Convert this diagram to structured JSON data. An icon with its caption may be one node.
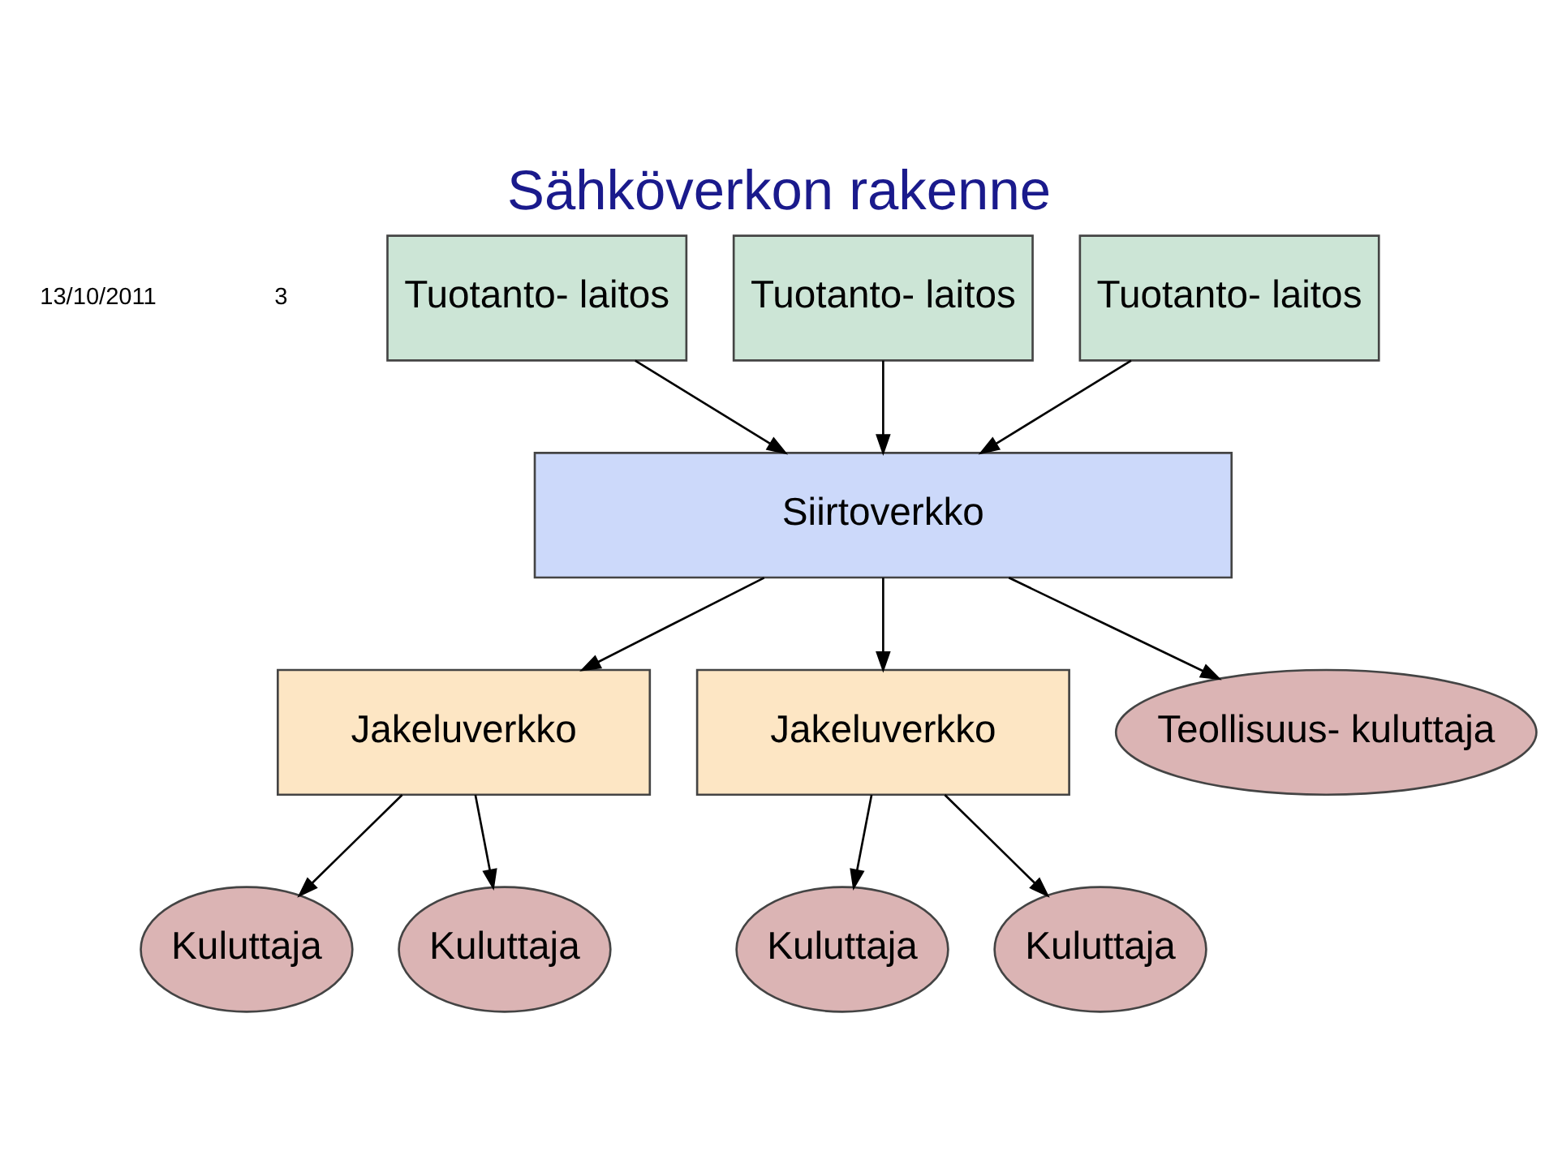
{
  "diagram": {
    "title": "Sähköverkon rakenne",
    "nodes": [
      {
        "text": [
          "Tuotanto- laitos"
        ]
      },
      {
        "text": [
          "Tuotanto- laitos"
        ]
      },
      {
        "text": [
          "Tuotanto- laitos"
        ]
      },
      {
        "text": [
          "Siirtoverkko"
        ]
      },
      {
        "text": [
          "Jakeluverkko"
        ]
      },
      {
        "text": [
          "Jakeluverkko"
        ]
      },
      {
        "text": [
          "Teollisuus- kuluttaja"
        ]
      },
      {
        "text": [
          "Kuluttaja"
        ]
      },
      {
        "text": [
          "Kuluttaja"
        ]
      },
      {
        "text": [
          "Kuluttaja"
        ]
      },
      {
        "text": [
          "Kuluttaja"
        ]
      }
    ],
    "edges": [
      {
        "from": 0,
        "to": 3,
        "arrow": "to"
      },
      {
        "from": 1,
        "to": 3,
        "arrow": "to"
      },
      {
        "from": 2,
        "to": 3,
        "arrow": "to"
      },
      {
        "from": 3,
        "to": 4,
        "arrow": "to"
      },
      {
        "from": 3,
        "to": 5,
        "arrow": "to"
      },
      {
        "from": 3,
        "to": 6,
        "arrow": "to"
      },
      {
        "from": 4,
        "to": 7,
        "arrow": "to"
      },
      {
        "from": 4,
        "to": 8,
        "arrow": "to"
      },
      {
        "from": 5,
        "to": 9,
        "arrow": "to"
      },
      {
        "from": 5,
        "to": 10,
        "arrow": "to"
      }
    ],
    "labels": [
      "13/10/2011",
      "3"
    ]
  }
}
